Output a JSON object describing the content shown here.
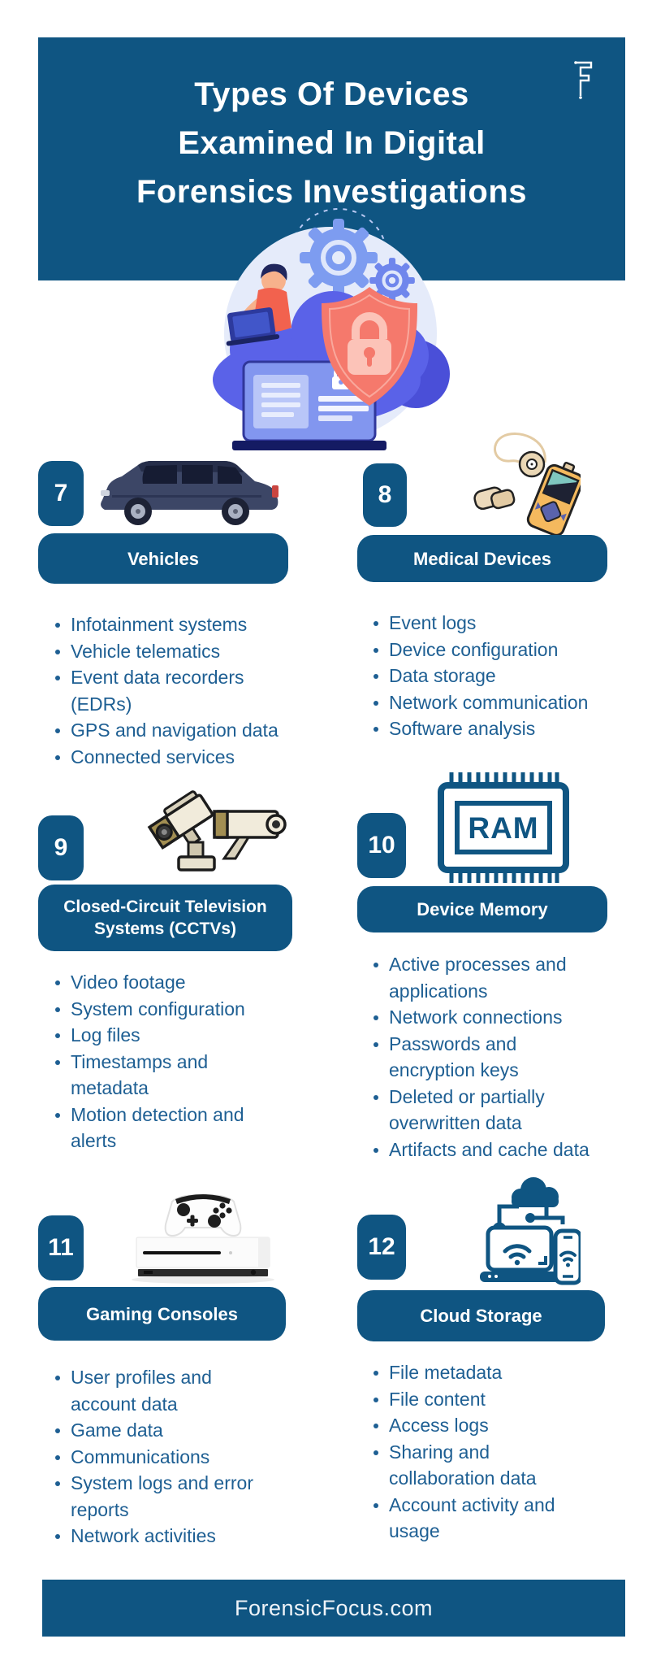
{
  "header": {
    "title_lines": [
      "Types Of Devices",
      "Examined In Digital",
      "Forensics Investigations"
    ],
    "logo_name": "forensic-focus-f-logo"
  },
  "colors": {
    "brand_blue": "#0f5582",
    "bullet_text": "#1e5f93",
    "shield_salmon": "#f5796c",
    "illustration_blue": "#5a62e8"
  },
  "sections": [
    {
      "number": "7",
      "title": "Vehicles",
      "icon": "suv-car",
      "bullets": [
        "Infotainment systems",
        "Vehicle telematics",
        "Event data recorders\n(EDRs)",
        "GPS and navigation data",
        "Connected services"
      ]
    },
    {
      "number": "8",
      "title": "Medical Devices",
      "icon": "medical-monitor-device",
      "bullets": [
        "Event logs",
        "Device configuration",
        "Data storage",
        "Network communication",
        "Software analysis"
      ]
    },
    {
      "number": "9",
      "title": "Closed-Circuit Television Systems (CCTVs)",
      "icon": "cctv-cameras",
      "bullets": [
        "Video footage",
        "System configuration",
        "Log files",
        "Timestamps and\nmetadata",
        "Motion detection and\nalerts"
      ]
    },
    {
      "number": "10",
      "title": "Device Memory",
      "icon": "ram-chip",
      "icon_label": "RAM",
      "bullets": [
        "Active processes and\napplications",
        "Network connections",
        "Passwords and\nencryption keys",
        "Deleted or partially\noverwritten data",
        "Artifacts and cache data"
      ]
    },
    {
      "number": "11",
      "title": "Gaming Consoles",
      "icon": "game-console-with-controller",
      "bullets": [
        "User profiles and\naccount data",
        "Game data",
        "Communications",
        "System logs and error\nreports",
        "Network activities"
      ]
    },
    {
      "number": "12",
      "title": "Cloud Storage",
      "icon": "cloud-connected-devices",
      "bullets": [
        "File metadata",
        "File content",
        "Access logs",
        "Sharing and\ncollaboration data",
        "Account activity and\nusage"
      ]
    }
  ],
  "footer": {
    "website": "ForensicFocus.com"
  }
}
